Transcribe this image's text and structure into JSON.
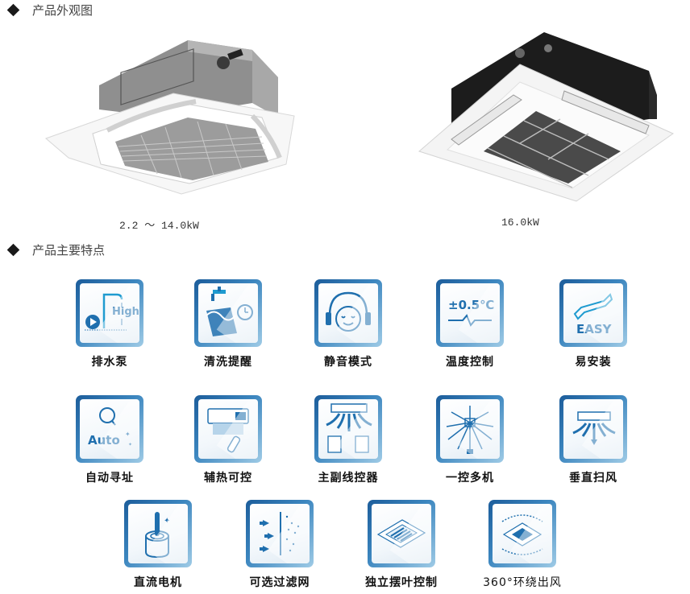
{
  "sections": {
    "appearance": {
      "title": "产品外观图",
      "bullet_icon": "diamond-bullet-icon"
    },
    "features": {
      "title": "产品主要特点",
      "bullet_icon": "diamond-bullet-icon"
    }
  },
  "products": [
    {
      "name": "grey-cassette-unit",
      "caption": "2.2 ～ 14.0kW"
    },
    {
      "name": "black-cassette-unit",
      "caption": "16.0kW"
    }
  ],
  "features": [
    {
      "label": "排水泵",
      "icon": "drain-pump-icon",
      "icon_text": "High"
    },
    {
      "label": "清洗提醒",
      "icon": "cleaning-reminder-icon"
    },
    {
      "label": "静音模式",
      "icon": "silent-mode-icon"
    },
    {
      "label": "温度控制",
      "icon": "temperature-control-icon",
      "icon_text": "±0.5℃"
    },
    {
      "label": "易安装",
      "icon": "easy-install-icon",
      "icon_text": "EASY"
    },
    {
      "label": "自动寻址",
      "icon": "auto-address-icon",
      "icon_text": "Auto"
    },
    {
      "label": "辅热可控",
      "icon": "aux-heat-icon"
    },
    {
      "label": "主副线控器",
      "icon": "dual-controller-icon"
    },
    {
      "label": "一控多机",
      "icon": "one-to-many-icon"
    },
    {
      "label": "垂直扫风",
      "icon": "vertical-swing-icon"
    },
    {
      "label": "直流电机",
      "icon": "dc-motor-icon"
    },
    {
      "label": "可选过滤网",
      "icon": "filter-icon"
    },
    {
      "label": "独立摆叶控制",
      "icon": "louver-control-icon"
    },
    {
      "label": "360°环绕出风",
      "icon": "surround-airflow-icon"
    }
  ],
  "colors": {
    "icon_frame": "#1c5d9b",
    "icon_stroke": "#1f6fae",
    "text": "#111111"
  }
}
